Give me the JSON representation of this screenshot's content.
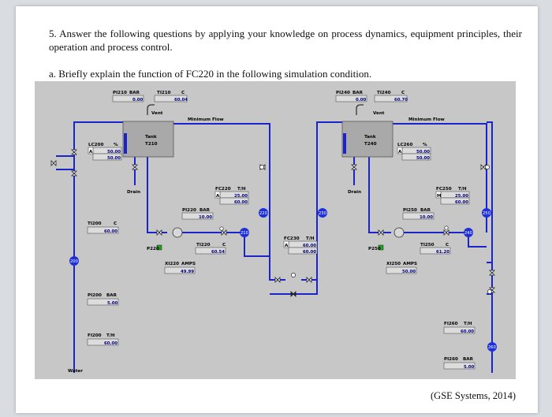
{
  "question": {
    "intro": "5. Answer the following questions by applying your knowledge on process dynamics, equipment principles, their operation and process control.",
    "part_a": "a. Briefly explain the function of FC220 in the following simulation condition."
  },
  "caption": "(GSE Systems, 2014)",
  "diagram": {
    "labels": {
      "vent": "Vent",
      "minimum_flow": "Minimum Flow",
      "tank_word": "Tank",
      "t210": "T210",
      "t240": "T240",
      "drain": "Drain",
      "water": "Water",
      "amps": "AMPS"
    },
    "instruments": {
      "pi210": {
        "tag": "PI210",
        "unit": "BAR",
        "value": "0.00"
      },
      "ti210": {
        "tag": "TI210",
        "unit": "C",
        "value": "60.04"
      },
      "pi240": {
        "tag": "PI240",
        "unit": "BAR",
        "value": "0.00"
      },
      "ti240": {
        "tag": "TI240",
        "unit": "C",
        "value": "60.70"
      },
      "lc200": {
        "tag": "LC200",
        "unit": "%",
        "mode": "A",
        "sp": "50.00",
        "pv": "50.00"
      },
      "lc260": {
        "tag": "LC260",
        "unit": "%",
        "mode": "A",
        "sp": "50.00",
        "pv": "50.00"
      },
      "fc220": {
        "tag": "FC220",
        "unit": "T/H",
        "mode": "A",
        "sp": "25.00",
        "pv": "60.00"
      },
      "fc250": {
        "tag": "FC250",
        "unit": "T/H",
        "mode": "M",
        "sp": "25.00",
        "pv": "60.00"
      },
      "fc230": {
        "tag": "FC230",
        "unit": "T/H",
        "mode": "A",
        "sp": "60.00",
        "pv": "60.00"
      },
      "pi220": {
        "tag": "PI220",
        "unit": "BAR",
        "value": "10.00"
      },
      "pi250": {
        "tag": "PI250",
        "unit": "BAR",
        "value": "10.00"
      },
      "ti200": {
        "tag": "TI200",
        "unit": "C",
        "value": "60.00"
      },
      "ti220": {
        "tag": "TI220",
        "unit": "C",
        "value": "60.54"
      },
      "ti250": {
        "tag": "TI250",
        "unit": "C",
        "value": "61.20"
      },
      "xi220": {
        "tag": "XI220",
        "value": "49.99"
      },
      "xi250": {
        "tag": "XI250",
        "value": "50.00"
      },
      "pi200": {
        "tag": "PI200",
        "unit": "BAR",
        "value": "5.00"
      },
      "fi200": {
        "tag": "FI200",
        "unit": "T/H",
        "value": "60.00"
      },
      "fi260": {
        "tag": "FI260",
        "unit": "T/H",
        "value": "60.00"
      },
      "pi260": {
        "tag": "PI260",
        "unit": "BAR",
        "value": "5.00"
      }
    },
    "pumps": {
      "p220": "P220",
      "p250": "P250"
    },
    "nodes": [
      "200",
      "210",
      "220",
      "230",
      "240",
      "250",
      "260"
    ]
  },
  "colors": {
    "pipe": "#1a24c8",
    "node": "#1f2fd9",
    "panel": "#c7c7c7",
    "tank": "#a9a9a9",
    "pump_run": "#1aa71a"
  }
}
